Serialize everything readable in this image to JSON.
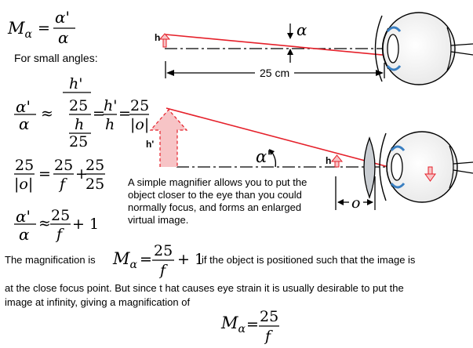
{
  "formulas": {
    "definition_lhs": "M",
    "definition_sub": "α",
    "definition_num": "α'",
    "definition_den": "α",
    "small_angles_label": "For small angles:",
    "ratio_num": "α'",
    "ratio_den": "α",
    "approx_sign": "≈",
    "inner_h_prime": "h'",
    "inner_25_top": "25",
    "inner_h": "h",
    "inner_25_bottom": "25",
    "eq_sign": "=",
    "ratio2_num": "h'",
    "ratio2_den": "h",
    "ratio3_num": "25",
    "ratio3_den": "|o|",
    "lens_lhs_num": "25",
    "lens_lhs_den": "|o|",
    "lens_mid_num": "25",
    "lens_mid_den": "f",
    "plus_sign": "+",
    "lens_rhs_num": "25",
    "lens_rhs_den": "25",
    "approx_num": "25",
    "approx_den": "f",
    "plus_one": "+ 1"
  },
  "diagram_top": {
    "object_label": "h",
    "angle_label": "α",
    "distance_label": "25 cm"
  },
  "diagram_bottom": {
    "image_label": "h'",
    "object_label": "h",
    "angle_label": "α'",
    "distance_label": "o",
    "caption": "A simple magnifier allows you to put the object closer to the eye than you could normally focus, and forms an enlarged virtual image."
  },
  "text": {
    "magnification_prefix": "The magnification is",
    "magnification_suffix": "if the object is positioned such that the image is",
    "line2": "at the close focus point. But since t hat causes eye strain it is usually desirable to put the",
    "line3": "image at infinity, giving a magnification of"
  },
  "colors": {
    "ray": "#e5202a",
    "arrow_fill": "#f7c4c6",
    "iris": "#3a7fc1"
  }
}
